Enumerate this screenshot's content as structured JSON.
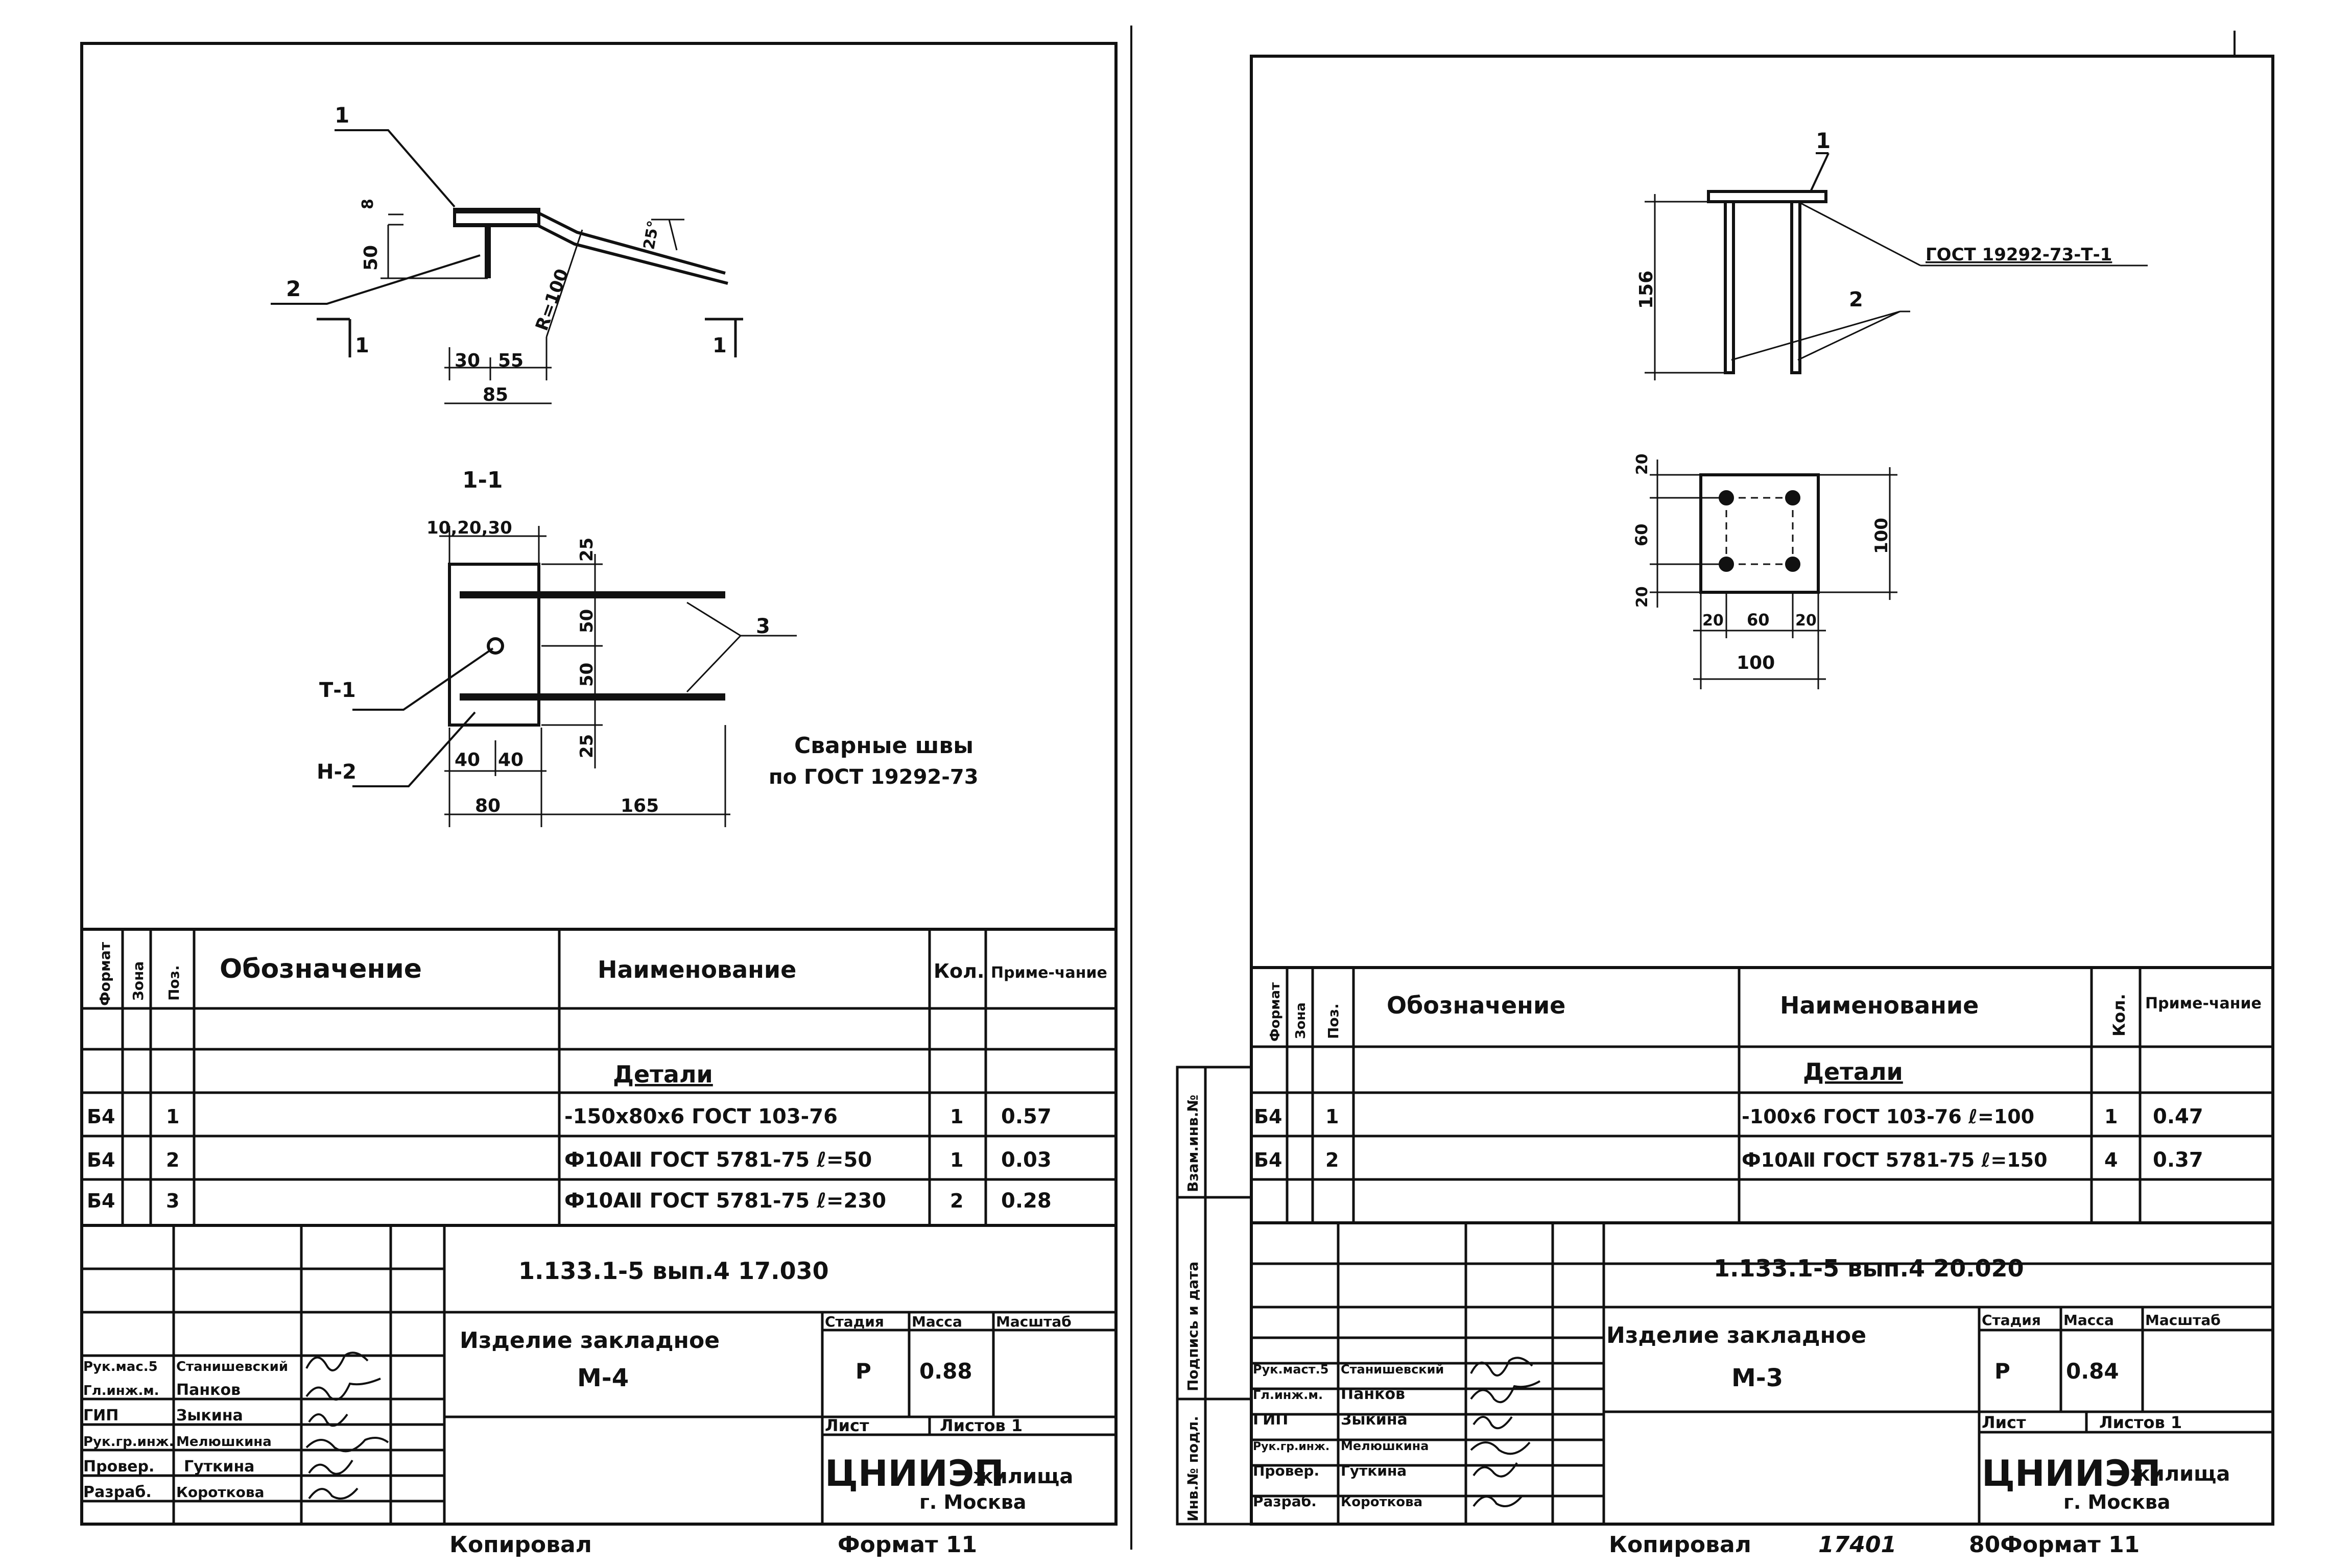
{
  "left_sheet": {
    "drawing": {
      "leaders": [
        "1",
        "2",
        "3"
      ],
      "dims_top": {
        "d8": "8",
        "d50": "50",
        "d30": "30",
        "d55": "55",
        "d85": "85",
        "radius": "R=100",
        "angle": "25°"
      },
      "cut_marks": [
        "1",
        "1"
      ],
      "section_title": "1-1",
      "dims_section": {
        "top": "10,20,30",
        "r25a": "25",
        "r50a": "50",
        "r50b": "50",
        "r25b": "25",
        "b40": "40",
        "b40b": "40",
        "b80": "80",
        "b165": "165"
      },
      "labels": {
        "t1": "Т-1",
        "n2": "Н-2",
        "item3": "3"
      },
      "weld_note_line1": "Сварные швы",
      "weld_note_line2": "по ГОСТ 19292-73"
    },
    "spec": {
      "headers": {
        "format": "Формат",
        "zone": "Зона",
        "pos": "Поз.",
        "designation": "Обозначение",
        "name": "Наименование",
        "qty": "Кол.",
        "note": "Приме-чание"
      },
      "section": "Детали",
      "rows": [
        {
          "format": "Б4",
          "pos": "1",
          "name": "-150х80х6 ГОСТ 103-76",
          "qty": "1",
          "note": "0.57"
        },
        {
          "format": "Б4",
          "pos": "2",
          "name": "Ф10АⅡ ГОСТ 5781-75 ℓ=50",
          "qty": "1",
          "note": "0.03"
        },
        {
          "format": "Б4",
          "pos": "3",
          "name": "Ф10АⅡ ГОСТ 5781-75 ℓ=230",
          "qty": "2",
          "note": "0.28"
        }
      ]
    },
    "title_block": {
      "code": "1.133.1-5 вып.4   17.030",
      "title1": "Изделие   закладное",
      "title2": "М-4",
      "stage_h": "Стадия",
      "mass_h": "Масса",
      "scale_h": "Масштаб",
      "stage": "Р",
      "mass": "0.88",
      "sheet": "Лист",
      "sheets": "Листов 1",
      "org1": "ЦНИИЭП",
      "org2": "жилища",
      "city": "г. Москва",
      "staff": [
        {
          "role": "Рук.мас.5",
          "name": "Станишевский"
        },
        {
          "role": "Гл.инж.м.",
          "name": "Панков"
        },
        {
          "role": "ГИП",
          "name": "Зыкина"
        },
        {
          "role": "Рук.гр.инж.",
          "name": "Мелюшкина"
        },
        {
          "role": "Провер.",
          "name": "Гуткина"
        },
        {
          "role": "Разраб.",
          "name": "Короткова"
        }
      ]
    },
    "footer_left": "Копировал",
    "footer_right": "Формат 11"
  },
  "right_sheet": {
    "drawing": {
      "leaders": [
        "1",
        "2"
      ],
      "weld_ref": "ГОСТ 19292-73-Т-1",
      "dims": {
        "h156": "156",
        "v20a": "20",
        "v60": "60",
        "v20b": "20",
        "v100": "100",
        "h20a": "20",
        "h60": "60",
        "h20b": "20",
        "h100": "100"
      }
    },
    "side_stamp": {
      "inv": "Инв.№ подл.",
      "sign": "Подпись и дата",
      "vzam": "Взам.инв.№"
    },
    "spec": {
      "headers": {
        "format": "Формат",
        "zone": "Зона",
        "pos": "Поз.",
        "designation": "Обозначение",
        "name": "Наименование",
        "qty": "Кол.",
        "note": "Приме-чание"
      },
      "section": "Детали",
      "rows": [
        {
          "format": "Б4",
          "pos": "1",
          "name": "-100х6 ГОСТ 103-76 ℓ=100",
          "qty": "1",
          "note": "0.47"
        },
        {
          "format": "Б4",
          "pos": "2",
          "name": "Ф10АⅡ ГОСТ 5781-75 ℓ=150",
          "qty": "4",
          "note": "0.37"
        }
      ]
    },
    "title_block": {
      "code": "1.133.1-5 вып.4   20.020",
      "title1": "Изделие   закладное",
      "title2": "М-3",
      "stage_h": "Стадия",
      "mass_h": "Масса",
      "scale_h": "Масштаб",
      "stage": "Р",
      "mass": "0.84",
      "sheet": "Лист",
      "sheets": "Листов 1",
      "org1": "ЦНИИЭП",
      "org2": "жилища",
      "city": "г. Москва",
      "staff": [
        {
          "role": "Рук.маст.5",
          "name": "Станишевский"
        },
        {
          "role": "Гл.инж.м.",
          "name": "Панков"
        },
        {
          "role": "ГИП",
          "name": "Зыкина"
        },
        {
          "role": "Рук.гр.инж.",
          "name": "Мелюшкина"
        },
        {
          "role": "Провер.",
          "name": "Гуткина"
        },
        {
          "role": "Разраб.",
          "name": "Короткова"
        }
      ]
    },
    "footer_left": "Копировал",
    "footer_num": "17401",
    "footer_right": "80Формат 11"
  }
}
